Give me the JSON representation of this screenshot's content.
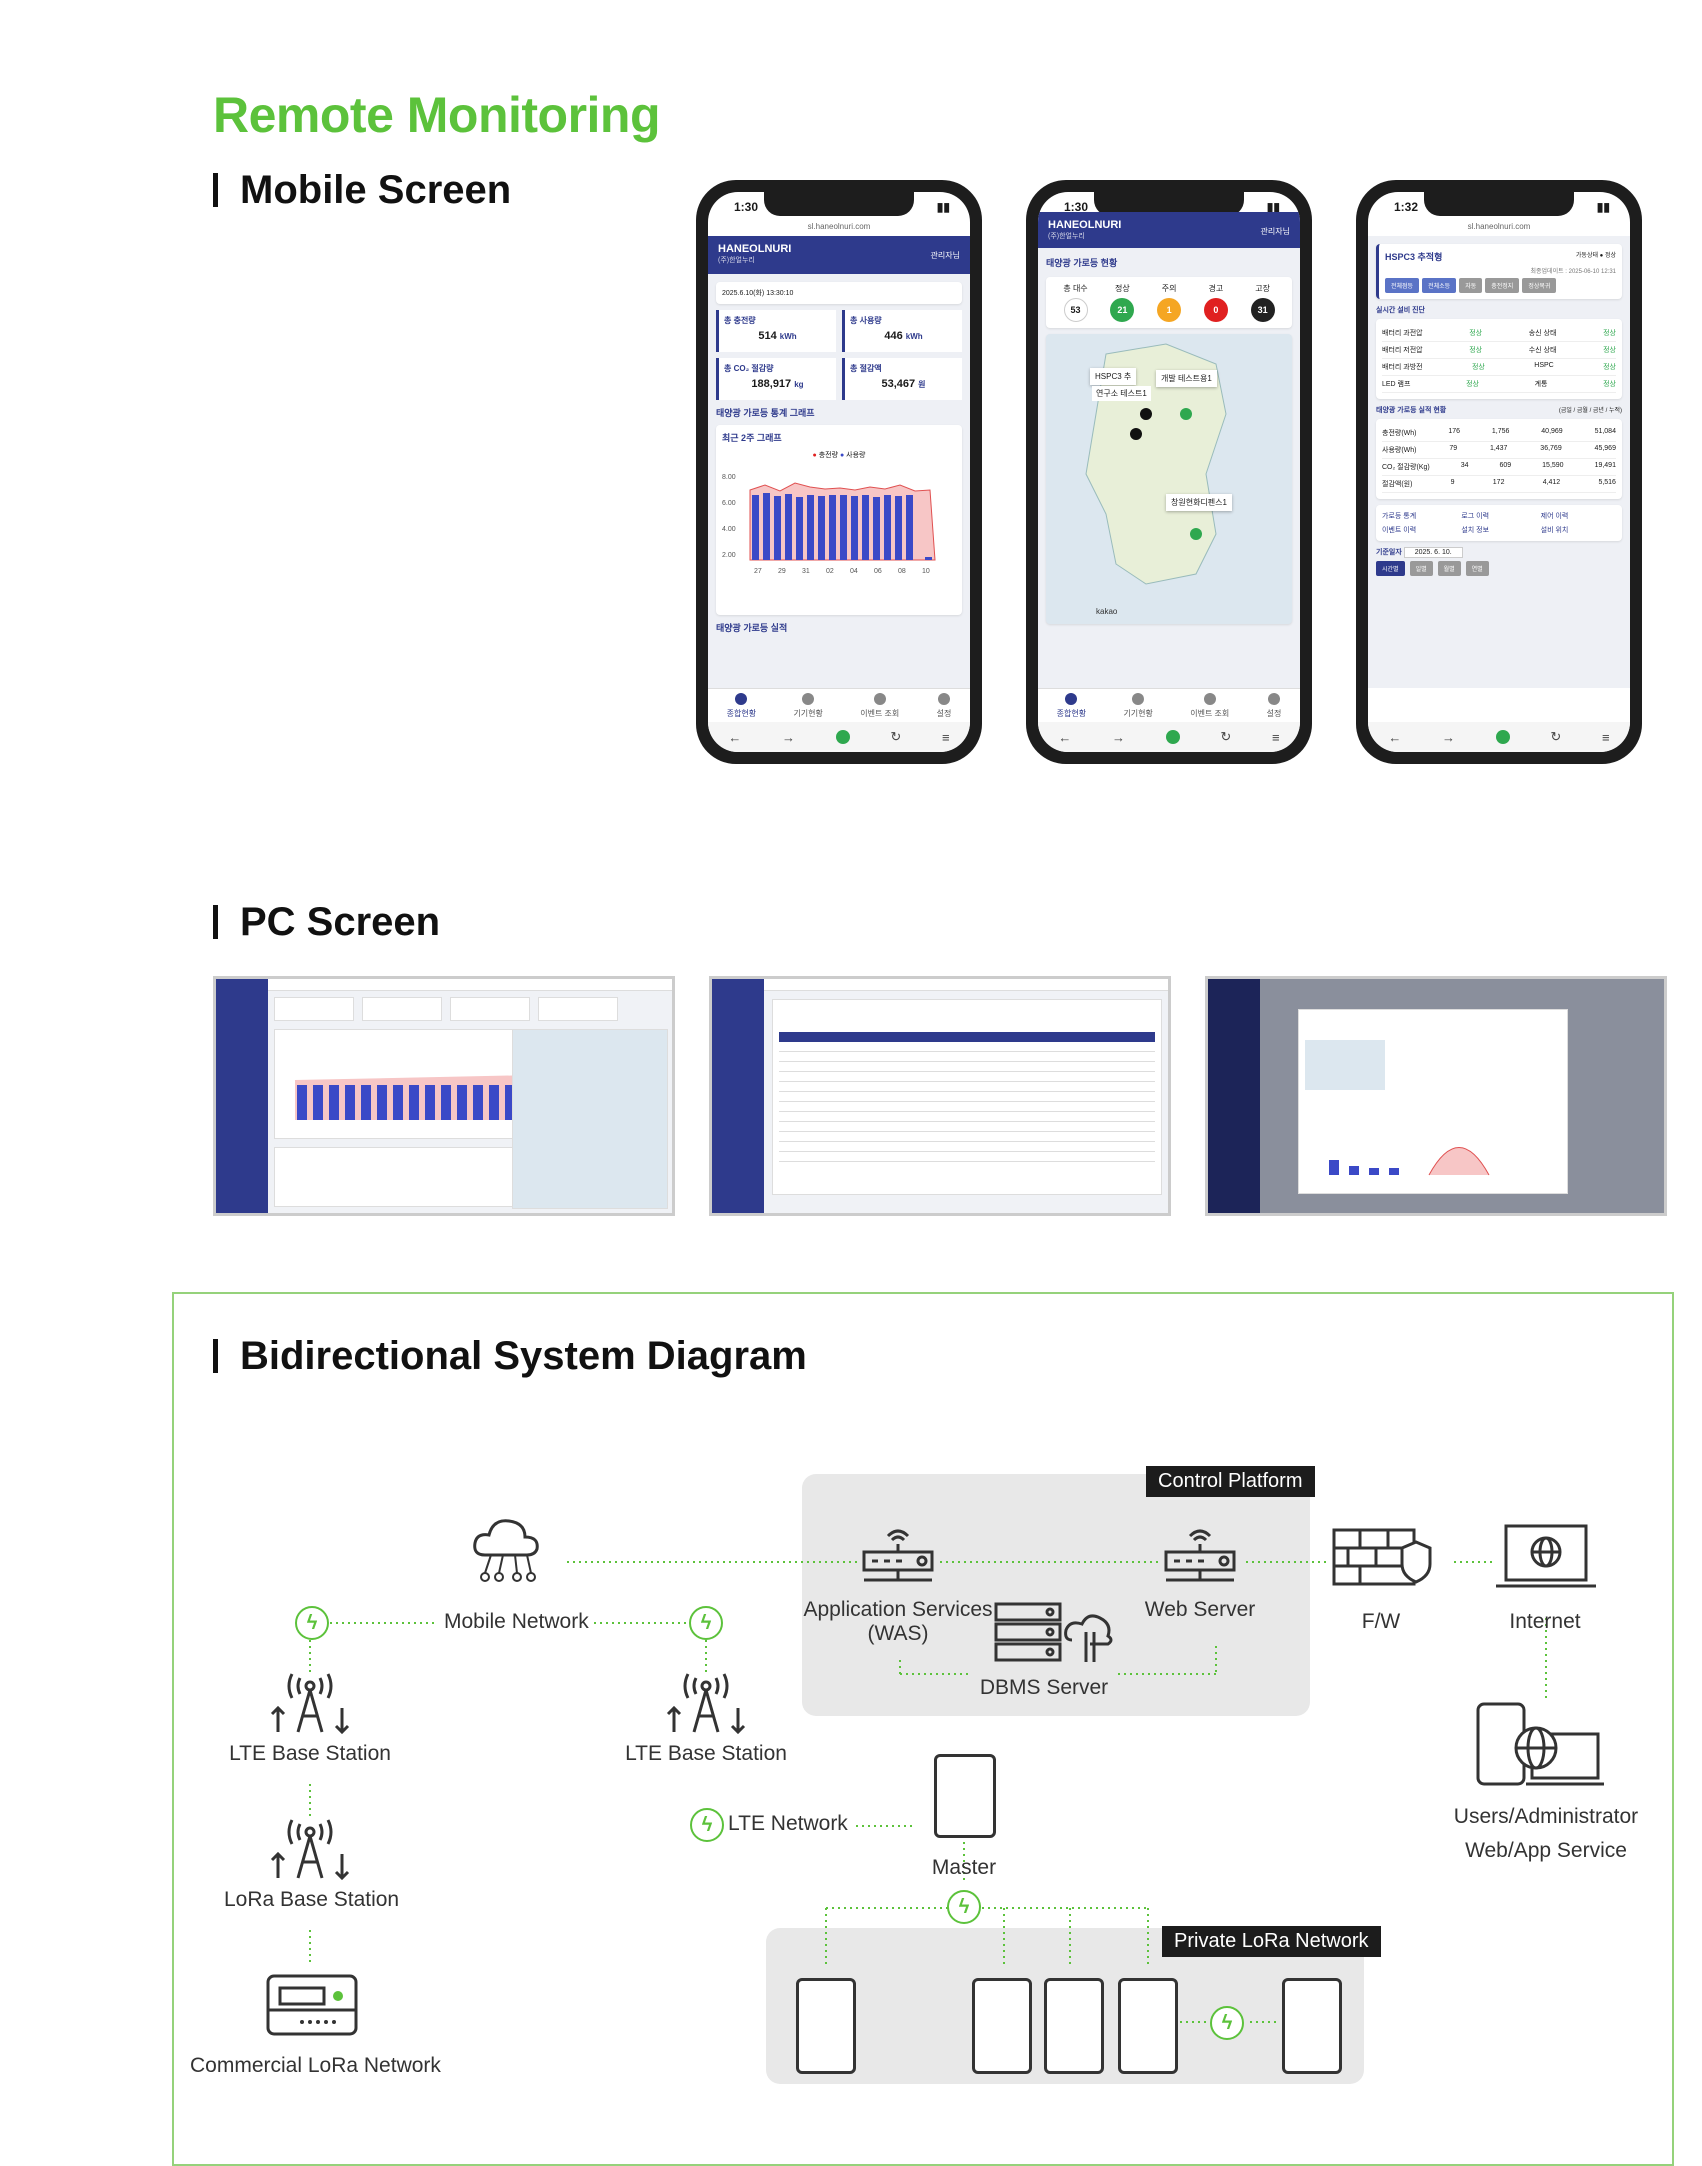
{
  "page": {
    "title": "Remote Monitoring",
    "mobile_section": "Mobile Screen",
    "pc_section": "PC Screen",
    "diagram_section": "Bidirectional System Diagram"
  },
  "phone1": {
    "time": "1:30",
    "url": "sl.haneolnuri.com",
    "brand": "HANEOLNURI",
    "brand_sub": "(주)한얼누리",
    "admin": "관리자님",
    "date": "2025.6.10(화) 13:30:10",
    "stats": [
      {
        "label": "총 충전량",
        "value": "514",
        "unit": "kWh"
      },
      {
        "label": "총 사용량",
        "value": "446",
        "unit": "kWh"
      },
      {
        "label": "총 CO₂ 절감량",
        "value": "188,917",
        "unit": "kg"
      },
      {
        "label": "총 절감액",
        "value": "53,467",
        "unit": "원"
      }
    ],
    "graph_title": "태양광 가로등 통계 그래프",
    "graph_sub": "최근 2주 그래프",
    "legend": [
      "충전량",
      "사용량"
    ],
    "yticks": [
      "8.00",
      "6.00",
      "4.00",
      "2.00"
    ],
    "xticks": [
      "27",
      "29",
      "31",
      "02",
      "04",
      "06",
      "08",
      "10"
    ],
    "perf_title": "태양광 가로등 실적",
    "tabs": [
      "종합현황",
      "기기현황",
      "이벤트 조회",
      "설정"
    ]
  },
  "phone2": {
    "time": "1:30",
    "brand": "HANEOLNURI",
    "brand_sub": "(주)한얼누리",
    "admin": "관리자님",
    "status_title": "태양광 가로등 현황",
    "counts": [
      {
        "label": "총 대수",
        "value": "53",
        "color": "#ffffff"
      },
      {
        "label": "정상",
        "value": "21",
        "color": "#2fa84f"
      },
      {
        "label": "주의",
        "value": "1",
        "color": "#f5a623"
      },
      {
        "label": "경고",
        "value": "0",
        "color": "#e02020"
      },
      {
        "label": "고장",
        "value": "31",
        "color": "#222222"
      }
    ],
    "map_popup_1": "개발 테스트용1",
    "map_popup_2": "창원현화디펜스1",
    "map_label_1": "HSPC3 추",
    "map_label_2": "연구소 테스트1",
    "map_brand": "kakao",
    "tabs": [
      "종합현황",
      "기기현황",
      "이벤트 조회",
      "설정"
    ]
  },
  "phone3": {
    "time": "1:32",
    "url": "sl.haneolnuri.com",
    "device": "HSPC3 추적형",
    "device_state": "가동상태 ● 정상",
    "last_update": "최종업데이트 : 2025-06-10 12:31",
    "buttons": [
      "전체점등",
      "전체소등",
      "자동",
      "충전정지",
      "정상복귀"
    ],
    "diag_title": "실시간 설비 진단",
    "diag_rows": [
      [
        "배터리 과전압",
        "정상",
        "송신 상태",
        "정상"
      ],
      [
        "배터리 저전압",
        "정상",
        "수신 상태",
        "정상"
      ],
      [
        "배터리 과방전",
        "정상",
        "HSPC",
        "정상"
      ],
      [
        "LED 램프",
        "정상",
        "계통",
        "정상"
      ]
    ],
    "perf_title": "태양광 가로등 실적 현황",
    "perf_periods": "(금일 / 금월 / 금년 / 누적)",
    "perf_rows": [
      [
        "충전량(Wh)",
        "176",
        "1,756",
        "40,969",
        "51,084"
      ],
      [
        "사용량(Wh)",
        "79",
        "1,437",
        "36,769",
        "45,969"
      ],
      [
        "CO₂ 절감량(Kg)",
        "34",
        "609",
        "15,590",
        "19,491"
      ],
      [
        "절감액(원)",
        "9",
        "172",
        "4,412",
        "5,516"
      ]
    ],
    "links": [
      "가로등 통계",
      "로그 이력",
      "제어 이력",
      "이벤트 이력",
      "설치 정보",
      "설비 위치"
    ],
    "base_date_label": "기준일자",
    "base_date": "2025. 6. 10.",
    "period_tabs": [
      "시간별",
      "일별",
      "월별",
      "연별"
    ]
  },
  "diagram": {
    "control_platform": "Control Platform",
    "private_lora": "Private LoRa Network",
    "mobile_network": "Mobile Network",
    "was": "Application Services\n(WAS)",
    "was_1": "Application Services",
    "was_2": "(WAS)",
    "web_server": "Web Server",
    "fw": "F/W",
    "internet": "Internet",
    "dbms": "DBMS Server",
    "lte_left": "LTE Base Station",
    "lte_mid": "LTE Base Station",
    "lte_network": "LTE Network",
    "master": "Master",
    "lora_base": "LoRa Base Station",
    "commercial_lora": "Commercial LoRa Network",
    "users_1": "Users/Administrator",
    "users_2": "Web/App Service"
  }
}
